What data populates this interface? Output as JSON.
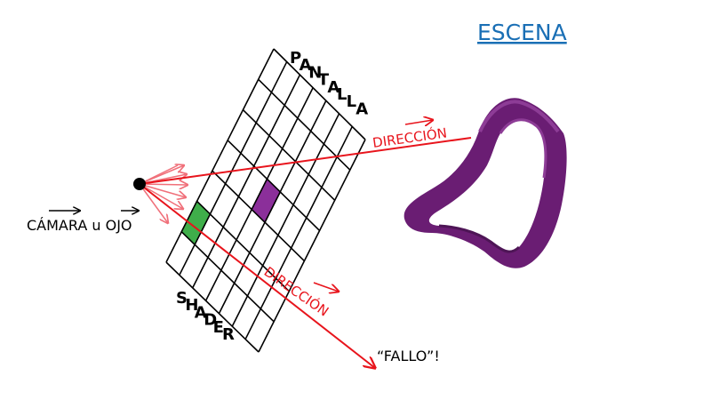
{
  "title": "ESCENA",
  "labels": {
    "camera": "CÁMARA u OJO",
    "direction_upper": "DIRECCIÓN",
    "direction_lower": "DIRECCIÓN",
    "miss": "“FALLO”!",
    "screen": "PANTALLA",
    "shader": "SHADER"
  },
  "colors": {
    "title": "#1a6fb5",
    "ray": "#e8141c",
    "ray_fan": "#f0707a",
    "grid": "#000000",
    "pixel_hit": "#8b2f9a",
    "pixel_miss": "#3fae4a",
    "object": "#6a1d73",
    "object_light": "#8d3c96"
  },
  "icons": {
    "camera_point": "black-dot",
    "vector_arrow": "vector-arrow"
  }
}
